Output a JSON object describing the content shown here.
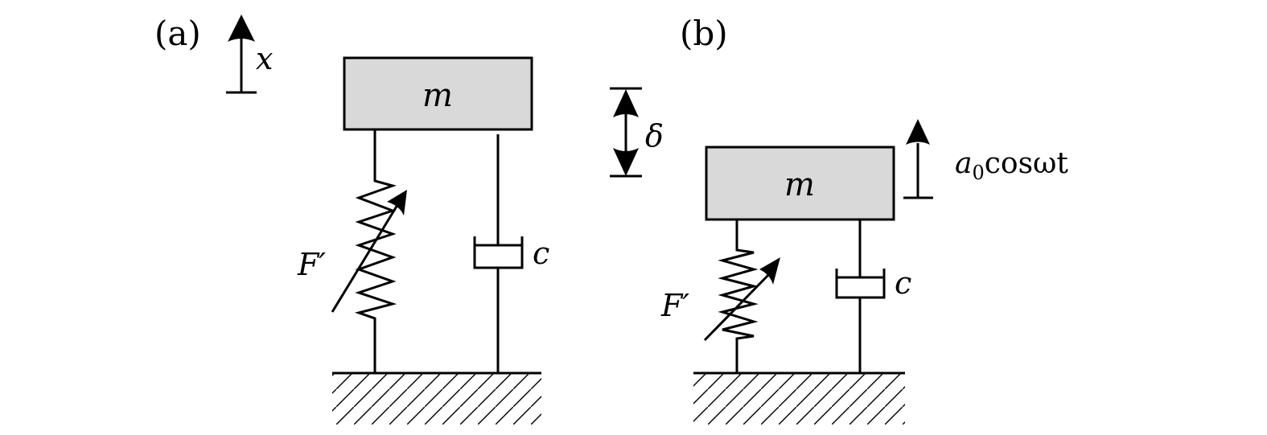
{
  "figure": {
    "panel_a": {
      "label": "(a)",
      "displacement_label": "x",
      "mass_label": "m",
      "spring_label": "F′",
      "damper_label": "c",
      "gap_label": "δ"
    },
    "panel_b": {
      "label": "(b)",
      "mass_label": "m",
      "spring_label": "F′",
      "damper_label": "c",
      "excitation_label_base": "a",
      "excitation_label_sub": "0",
      "excitation_label_rest": "cosωt"
    },
    "colors": {
      "mass_fill": "#d9d9d9",
      "stroke": "#000000"
    }
  }
}
